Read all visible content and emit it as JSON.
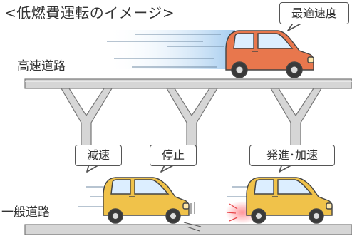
{
  "title": "<低燃費運転のイメージ>",
  "highway": {
    "label": "高速道路",
    "bubble": "最適速度"
  },
  "local_road": {
    "label": "一般道路",
    "bubbles": {
      "decelerate": "減速",
      "stop": "停止",
      "start_accelerate": "発進･加速"
    }
  },
  "colors": {
    "highway_car": "#e8774d",
    "local_car": "#f0c24a",
    "road_deck": "#d6d6d6",
    "brake_light": "#e8464a"
  }
}
